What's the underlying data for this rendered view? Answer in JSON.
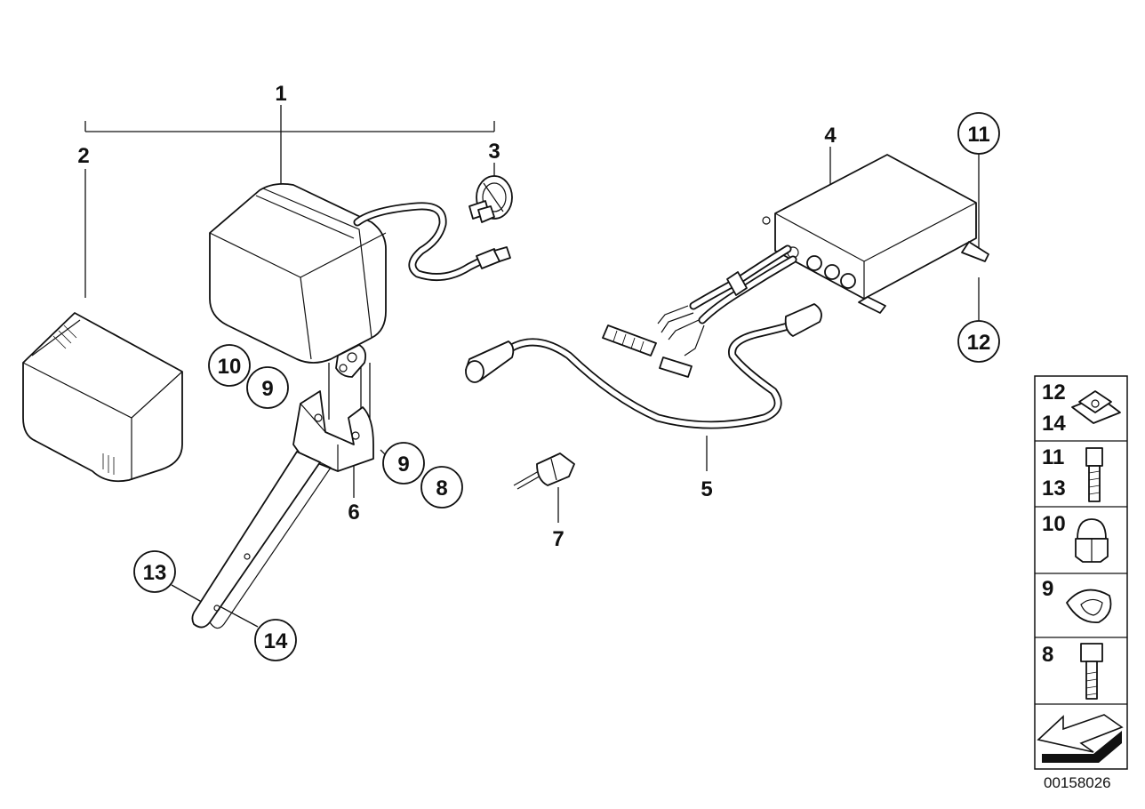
{
  "callouts": {
    "c1": "1",
    "c2": "2",
    "c3": "3",
    "c4": "4",
    "c5": "5",
    "c6": "6",
    "c7": "7",
    "c8": "8",
    "c9a": "9",
    "c9b": "9",
    "c10": "10",
    "c11": "11",
    "c12": "12",
    "c13": "13",
    "c14": "14"
  },
  "legend": {
    "row1_a": "12",
    "row1_b": "14",
    "row2_a": "11",
    "row2_b": "13",
    "row3": "10",
    "row4": "9",
    "row5": "8"
  },
  "diagram_code": "00158026"
}
